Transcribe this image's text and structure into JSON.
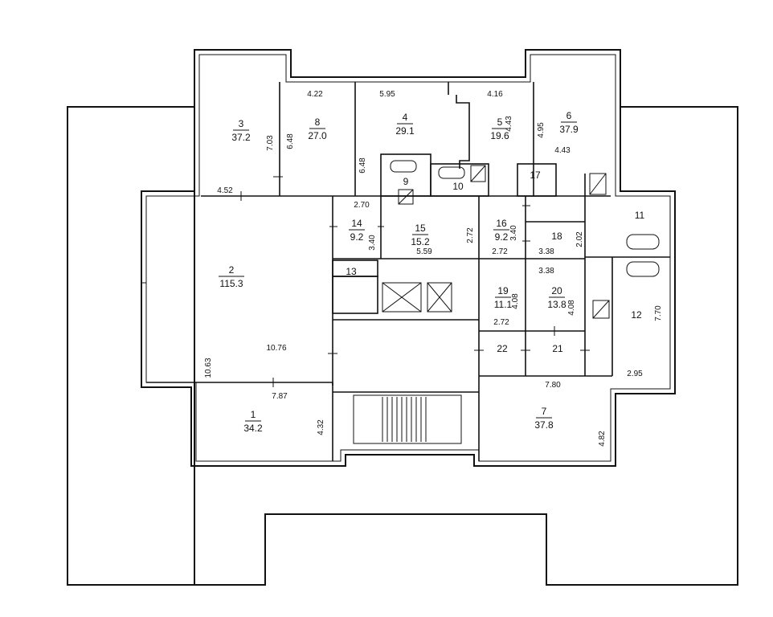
{
  "rooms": [
    {
      "id": "1",
      "num": "1",
      "area": "34.2"
    },
    {
      "id": "2",
      "num": "2",
      "area": "115.3"
    },
    {
      "id": "3",
      "num": "3",
      "area": "37.2"
    },
    {
      "id": "4",
      "num": "4",
      "area": "29.1"
    },
    {
      "id": "5",
      "num": "5",
      "area": "19.6"
    },
    {
      "id": "6",
      "num": "6",
      "area": "37.9"
    },
    {
      "id": "7",
      "num": "7",
      "area": "37.8"
    },
    {
      "id": "8",
      "num": "8",
      "area": "27.0"
    },
    {
      "id": "9",
      "num": "9",
      "area": ""
    },
    {
      "id": "10",
      "num": "10",
      "area": ""
    },
    {
      "id": "11",
      "num": "11",
      "area": ""
    },
    {
      "id": "12",
      "num": "12",
      "area": ""
    },
    {
      "id": "13",
      "num": "13",
      "area": ""
    },
    {
      "id": "14",
      "num": "14",
      "area": "9.2"
    },
    {
      "id": "15",
      "num": "15",
      "area": "15.2"
    },
    {
      "id": "16",
      "num": "16",
      "area": "9.2"
    },
    {
      "id": "17",
      "num": "17",
      "area": ""
    },
    {
      "id": "18",
      "num": "18",
      "area": ""
    },
    {
      "id": "19",
      "num": "19",
      "area": "11.1"
    },
    {
      "id": "20",
      "num": "20",
      "area": "13.8"
    },
    {
      "id": "21",
      "num": "21",
      "area": ""
    },
    {
      "id": "22",
      "num": "22",
      "area": ""
    }
  ],
  "dimensions": [
    {
      "id": "r3-w",
      "text": "4.52"
    },
    {
      "id": "r3-h",
      "text": "7.03"
    },
    {
      "id": "r8-w",
      "text": "4.22"
    },
    {
      "id": "r8-h1",
      "text": "6.48"
    },
    {
      "id": "r8-h2",
      "text": "6.48"
    },
    {
      "id": "r4-w",
      "text": "5.95"
    },
    {
      "id": "r5-w",
      "text": "4.16"
    },
    {
      "id": "r5-h",
      "text": "4.43"
    },
    {
      "id": "r6-h",
      "text": "4.95"
    },
    {
      "id": "r6-w",
      "text": "4.43"
    },
    {
      "id": "r14-w",
      "text": "2.70"
    },
    {
      "id": "r14-h",
      "text": "3.40"
    },
    {
      "id": "r15-w",
      "text": "5.59"
    },
    {
      "id": "r15-h",
      "text": "2.72"
    },
    {
      "id": "r16-h",
      "text": "3.40"
    },
    {
      "id": "r16-w",
      "text": "2.72"
    },
    {
      "id": "r18-w",
      "text": "3.38"
    },
    {
      "id": "r18-h",
      "text": "2.02"
    },
    {
      "id": "r20-w",
      "text": "3.38"
    },
    {
      "id": "r19-h",
      "text": "4.08"
    },
    {
      "id": "r20-h",
      "text": "4.08"
    },
    {
      "id": "r19-w",
      "text": "2.72"
    },
    {
      "id": "r2-h",
      "text": "10.63"
    },
    {
      "id": "r2-w",
      "text": "10.76"
    },
    {
      "id": "r1-w",
      "text": "7.87"
    },
    {
      "id": "r1-h",
      "text": "4.32"
    },
    {
      "id": "r7-w",
      "text": "7.80"
    },
    {
      "id": "r7-h",
      "text": "4.82"
    },
    {
      "id": "r12-h",
      "text": "7.70"
    },
    {
      "id": "r12-w",
      "text": "2.95"
    }
  ]
}
